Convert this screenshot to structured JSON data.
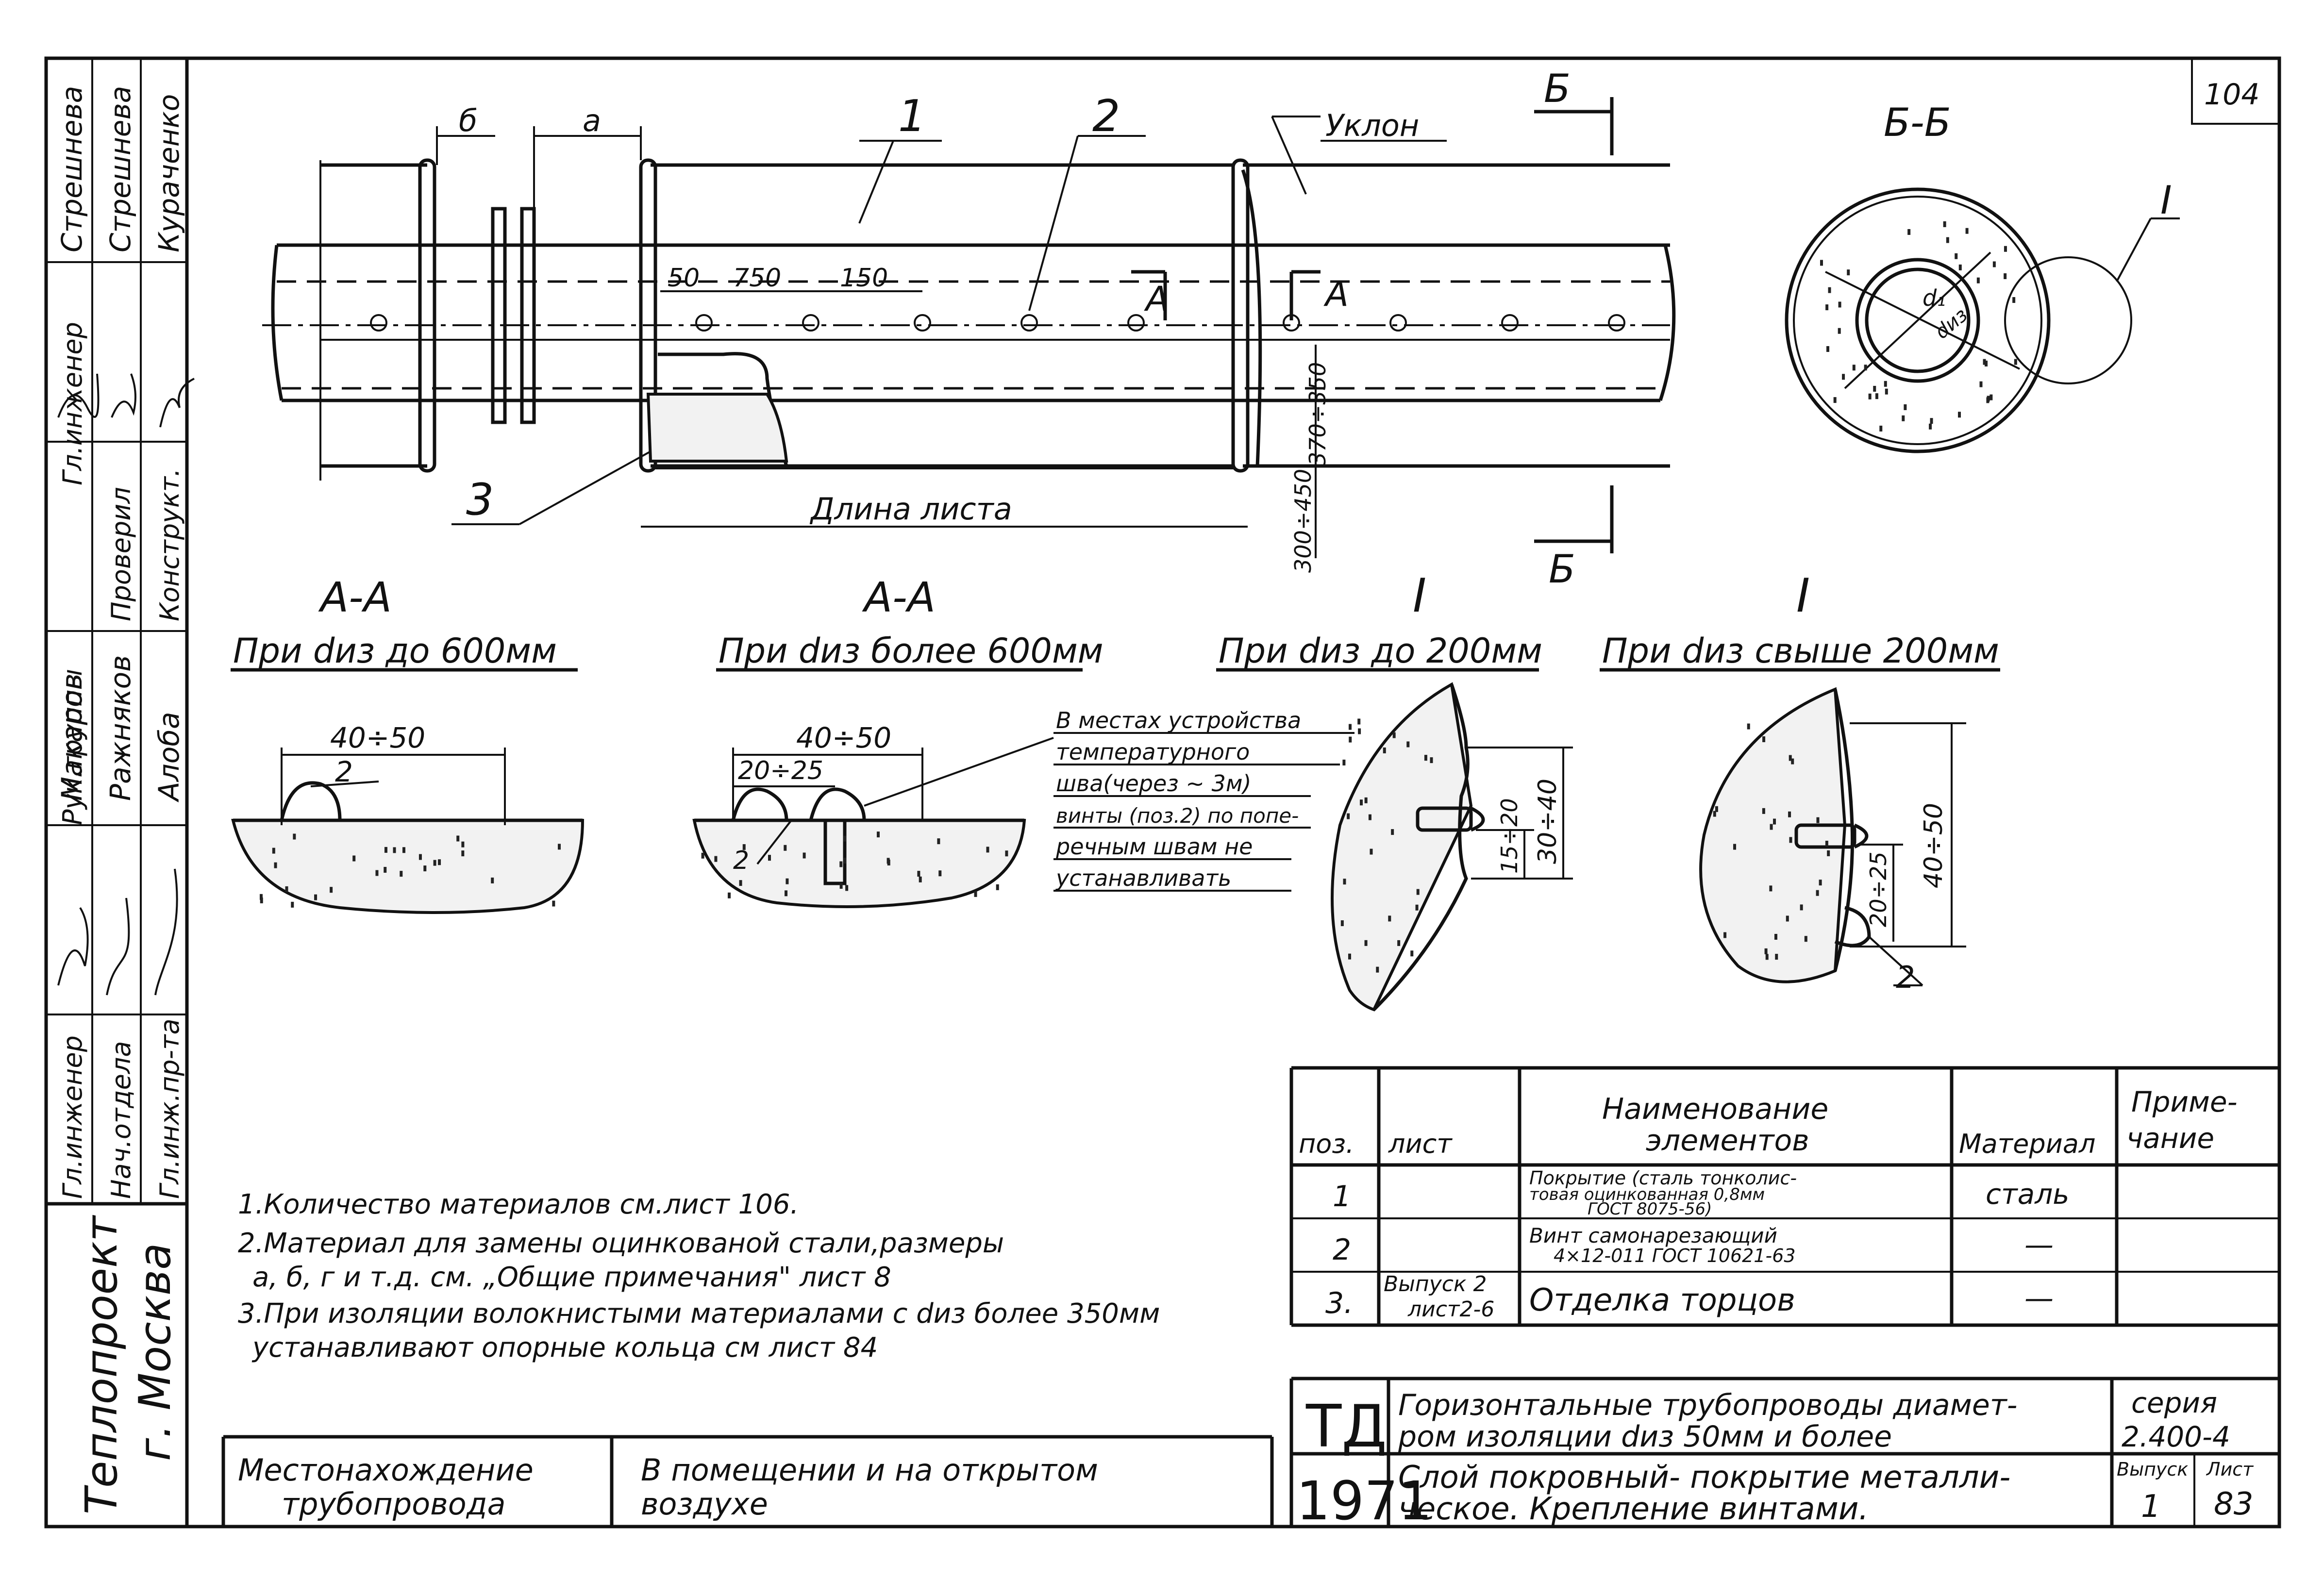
{
  "sheet": {
    "sheet_number": "104",
    "left_strip": {
      "roles": [
        "Гл.инженер",
        "Нач.отдела",
        "Гл.инж.пр-та",
        "Рук.группы",
        "Проверил",
        "Конструкт."
      ],
      "names": [
        "Стрешнева",
        "Стрешнева",
        "Кураченко",
        "Макаров",
        "Ражняков",
        "Алоба"
      ],
      "signature_marks": [
        "Cmp",
        "Cmp",
        "Ky",
        "Mar",
        "signature",
        "signature"
      ],
      "org": "Теплопроект",
      "city": "г. Москва"
    }
  },
  "drawing": {
    "labels": {
      "dim_b": "б",
      "dim_a": "а",
      "pos1": "1",
      "pos2": "2",
      "pos3": "3",
      "slope": "Уклон",
      "section_b": "Б",
      "section_b2": "Б",
      "section_bb": "Б-Б",
      "dim_50": "50",
      "dim_750": "750",
      "dim_150": "150",
      "cut_a_left": "А",
      "cut_a_right": "А",
      "dim_370_350": "370÷350",
      "dim_300_450": "300÷450",
      "sheet_length": "Длина листа",
      "node_I": "I",
      "d1": "d₁",
      "diz": "dиз"
    },
    "details": [
      {
        "mark": "А-А",
        "caption": "При dиз до 600мм",
        "dim": "40÷50",
        "pos": "2"
      },
      {
        "mark": "А-А",
        "caption": "При dиз более 600мм",
        "dim": "40÷50",
        "dim2": "20÷25",
        "pos": "2"
      },
      {
        "mark": "I",
        "caption": "При dиз до 200мм",
        "dim": "30÷40",
        "dim2": "15÷20"
      },
      {
        "mark": "I",
        "caption": "При dиз свыше 200мм",
        "dim": "40÷50",
        "dim2": "20÷25",
        "pos": "2"
      }
    ],
    "callout_note": [
      "В местах устройства",
      "температурного",
      "шва(через ~ 3м)",
      "винты (поз.2) по попе-",
      "речным швам не",
      "устанавливать"
    ]
  },
  "notes": [
    "1.Количество материалов см.лист 106.",
    "2.Материал для замены оцинкованой стали,размеры",
    "а, б, г  и т.д. см. „Общие примечания\" лист 8",
    "3.При изоляции волокнистыми материалами с dиз более 350мм",
    "устанавливают опорные кольца см лист 84"
  ],
  "spec_table": {
    "headers": {
      "pos": "поз.",
      "sheet": "лист",
      "name": "Наименование элементов",
      "name_l1": "Наименование",
      "name_l2": "элементов",
      "material": "Материал",
      "remark": "Приме-чание",
      "remark_l1": "Приме-",
      "remark_l2": "чание"
    },
    "rows": [
      {
        "pos": "1",
        "sheet": "",
        "name_l1": "Покрытие (сталь тонколис-",
        "name_l2": "товая оцинкованная 0,8мм",
        "name_l3": "ГОСТ 8075-56)",
        "material": "сталь",
        "remark": ""
      },
      {
        "pos": "2",
        "sheet": "",
        "name_l1": "Винт самонарезающий",
        "name_l2": "4×12-011   ГОСТ 10621-63",
        "name_l3": "",
        "material": "—",
        "remark": ""
      },
      {
        "pos": "3.",
        "sheet_l1": "Выпуск 2",
        "sheet_l2": "лист2-6",
        "name_l1": "Отделка торцов",
        "name_l2": "",
        "name_l3": "",
        "material": "—",
        "remark": ""
      }
    ]
  },
  "location": {
    "label_l1": "Местонахождение",
    "label_l2": "трубопровода",
    "value_l1": "В помещении и на открытом",
    "value_l2": "воздухе"
  },
  "title_block": {
    "code": "ТД",
    "year": "1971",
    "title_l1": "Горизонтальные трубопроводы диамет-",
    "title_l2": "ром изоляции dиз 50мм и более",
    "title_l3": "Слой покровный- покрытие металли-",
    "title_l4": "ческое.    Крепление винтами.",
    "series_label": "серия",
    "series_value": "2.400-4",
    "issue_label": "Выпуск",
    "issue_value": "1",
    "sheet_label": "Лист",
    "sheet_value": "83"
  }
}
